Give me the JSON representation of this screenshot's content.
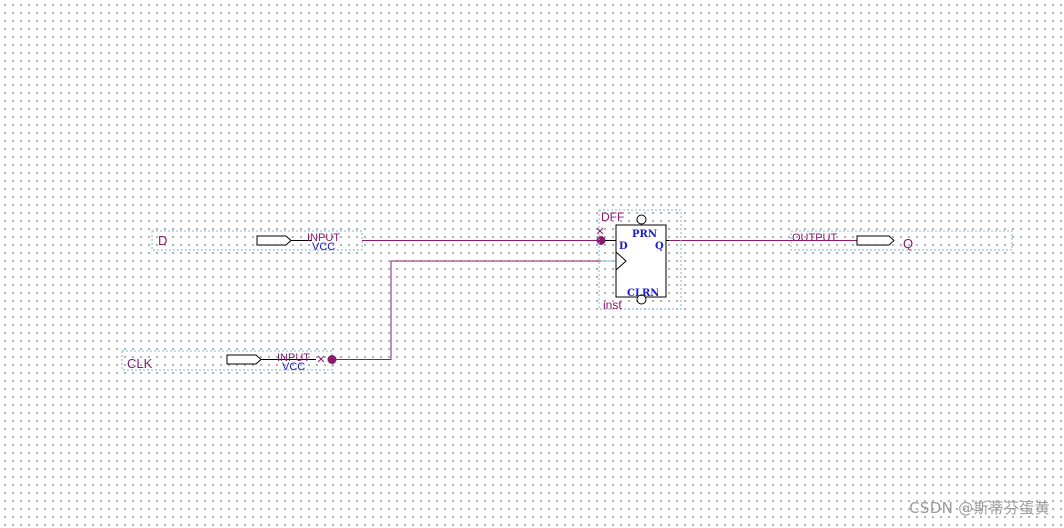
{
  "schematic": {
    "input_d": {
      "pin_name": "D",
      "type_label": "INPUT",
      "source_label": "VCC"
    },
    "input_clk": {
      "pin_name": "CLK",
      "type_label": "INPUT",
      "source_label": "VCC"
    },
    "dff": {
      "type_label": "DFF",
      "instance_label": "inst",
      "port_d": "D",
      "port_q": "Q",
      "port_prn": "PRN",
      "port_clrn": "CLRN"
    },
    "output_q": {
      "pin_name": "Q",
      "type_label": "OUTPUT"
    }
  },
  "colors": {
    "wire": "#8b1a6e",
    "label": "#8b1a6e",
    "port_label": "#1a1acc",
    "outline": "#000000",
    "box": "#7fb8d8",
    "junction": "#8b1a6e"
  },
  "watermark": "CSDN @斯蒂芬蛋黄"
}
